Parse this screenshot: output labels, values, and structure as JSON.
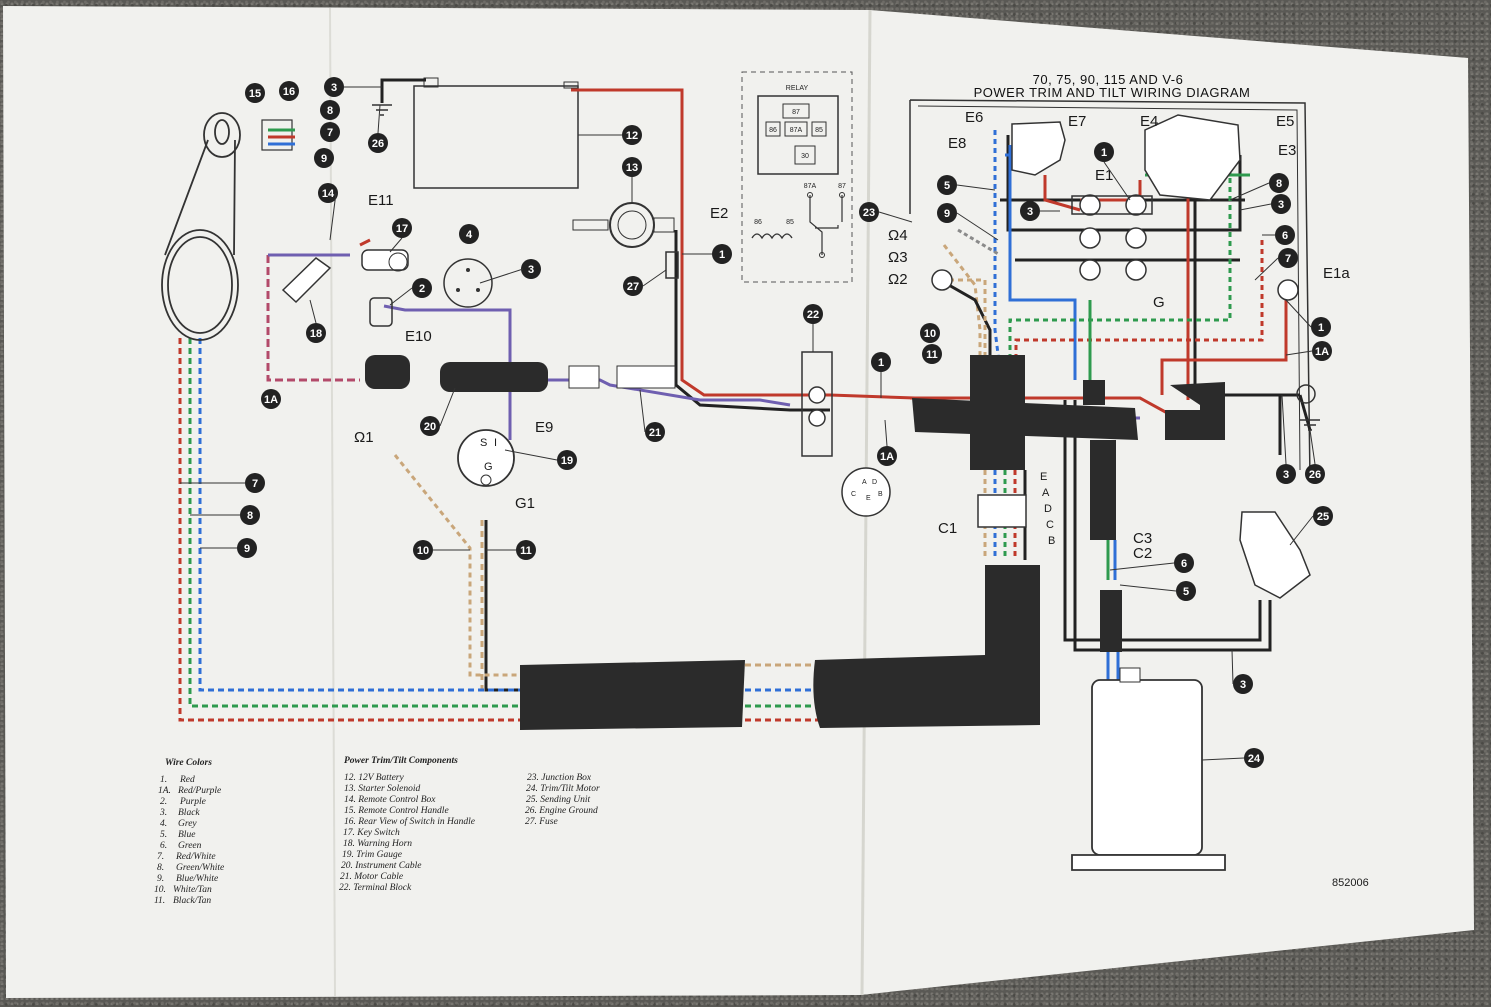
{
  "diagram": {
    "title_line1": "70, 75, 90, 115 AND V-6",
    "title_line2": "POWER TRIM AND TILT WIRING DIAGRAM",
    "relay_label": "RELAY",
    "relay_pins": [
      "30",
      "87",
      "87A",
      "86",
      "85"
    ],
    "relay_schematic_pins": [
      "87A",
      "87",
      "86",
      "85"
    ],
    "drawing_number": "852006",
    "wire_colors_heading": "Wire Colors",
    "wire_colors": [
      {
        "n": "1.",
        "name": "Red",
        "color": "#c0392b"
      },
      {
        "n": "1A.",
        "name": "Red/Purple",
        "color": "#b34a6a"
      },
      {
        "n": "2.",
        "name": "Purple",
        "color": "#6f5fb0"
      },
      {
        "n": "3.",
        "name": "Black",
        "color": "#222222"
      },
      {
        "n": "4.",
        "name": "Grey",
        "color": "#8a8a8a"
      },
      {
        "n": "5.",
        "name": "Blue",
        "color": "#2f6fd6"
      },
      {
        "n": "6.",
        "name": "Green",
        "color": "#2e9a4e"
      },
      {
        "n": "7.",
        "name": "Red/White",
        "color": "#c0392b"
      },
      {
        "n": "8.",
        "name": "Green/White",
        "color": "#2e9a4e"
      },
      {
        "n": "9.",
        "name": "Blue/White",
        "color": "#2f6fd6"
      },
      {
        "n": "10.",
        "name": "White/Tan",
        "color": "#c9a67a"
      },
      {
        "n": "11.",
        "name": "Black/Tan",
        "color": "#222222"
      }
    ],
    "components_heading": "Power Trim/Tilt Components",
    "components_col1": [
      "12. 12V Battery",
      "13. Starter Solenoid",
      "14. Remote Control Box",
      "15. Remote Control Handle",
      "16. Rear View of Switch in Handle",
      "17. Key Switch",
      "18. Warning Horn",
      "19. Trim Gauge",
      "20. Instrument Cable",
      "21. Motor Cable",
      "22. Terminal Block"
    ],
    "components_col2": [
      "23. Junction Box",
      "24. Trim/Tilt Motor",
      "25. Sending Unit",
      "26. Engine Ground",
      "27. Fuse"
    ],
    "gauge_terminals": [
      "S",
      "I",
      "G"
    ],
    "connector_pins": [
      "E",
      "A",
      "D",
      "C",
      "B"
    ],
    "letter_labels": {
      "e1": "E1",
      "e1a": "E1a",
      "e2": "E2",
      "e3": "E3",
      "e4": "E4",
      "e5": "E5",
      "e6": "E6",
      "e7": "E7",
      "e8": "E8",
      "e9": "E9",
      "e10": "E10",
      "e11": "E11",
      "g": "G",
      "g1": "G1",
      "c1": "C1",
      "c2": "C2",
      "c3": "C3",
      "o1": "Ω1",
      "o2": "Ω2",
      "o3": "Ω3",
      "o4": "Ω4"
    },
    "callouts": {
      "c3a": "3",
      "c26a": "26",
      "c15": "15",
      "c16": "16",
      "c8a": "8",
      "c7a": "7",
      "c9a": "9",
      "c12": "12",
      "c13": "13",
      "c14": "14",
      "c17": "17",
      "c4": "4",
      "c3b": "3",
      "c2": "2",
      "c27": "27",
      "c1a": "1",
      "c18": "18",
      "c1Aa": "1A",
      "c20": "20",
      "c21": "21",
      "c22": "22",
      "c1b": "1",
      "c1Ab": "1A",
      "c19": "19",
      "c7b": "7",
      "c8b": "8",
      "c9b": "9",
      "c10a": "10",
      "c11a": "11",
      "c23": "23",
      "c1c": "1",
      "c5a": "5",
      "c9c": "9",
      "c3c": "3",
      "c8c": "8",
      "c3d": "3",
      "c6a": "6",
      "c7c": "7",
      "c10b": "10",
      "c11b": "11",
      "c1d": "1",
      "c1Ac": "1A",
      "c3e": "3",
      "c26b": "26",
      "c25": "25",
      "c6b": "6",
      "c5b": "5",
      "c3f": "3",
      "c24": "24"
    }
  }
}
